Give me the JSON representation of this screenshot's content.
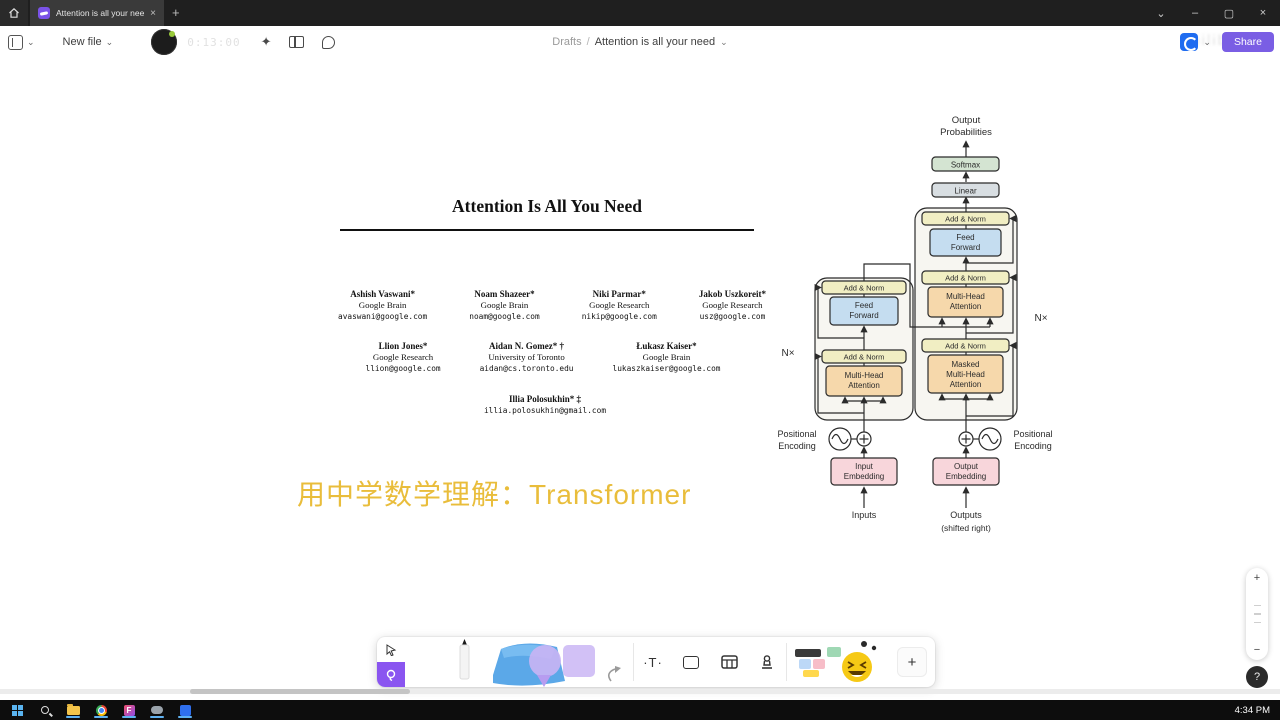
{
  "browser": {
    "tab_title": "Attention is all your need",
    "tab_close": "×",
    "new_tab": "+",
    "window_chevron": "⌄",
    "minimize": "–",
    "maximize": "▢",
    "close": "×"
  },
  "appbar": {
    "new_file_label": "New file",
    "chevron": "⌄",
    "recording_timer": "0:13:00",
    "sparkle": "✦",
    "breadcrumb": {
      "folder": "Drafts",
      "separator": "/",
      "file": "Attention is all your need",
      "chevron": "⌄"
    },
    "share_label": "Share",
    "watermark": "bilibili"
  },
  "paper": {
    "title": "Attention Is All You Need",
    "authors_row1": [
      {
        "name": "Ashish Vaswani*",
        "affiliation": "Google Brain",
        "email": "avaswani@google.com"
      },
      {
        "name": "Noam Shazeer*",
        "affiliation": "Google Brain",
        "email": "noam@google.com"
      },
      {
        "name": "Niki Parmar*",
        "affiliation": "Google Research",
        "email": "nikip@google.com"
      },
      {
        "name": "Jakob Uszkoreit*",
        "affiliation": "Google Research",
        "email": "usz@google.com"
      }
    ],
    "authors_row2": [
      {
        "name": "Llion Jones*",
        "affiliation": "Google Research",
        "email": "llion@google.com"
      },
      {
        "name": "Aidan N. Gomez* †",
        "affiliation": "University of Toronto",
        "email": "aidan@cs.toronto.edu"
      },
      {
        "name": "Łukasz Kaiser*",
        "affiliation": "Google Brain",
        "email": "lukaszkaiser@google.com"
      }
    ],
    "authors_row3": [
      {
        "name": "Illia Polosukhin* ‡",
        "email": "illia.polosukhin@gmail.com"
      }
    ]
  },
  "annotation": {
    "overlay_text": "用中学数学理解：Transformer"
  },
  "diagram": {
    "output_probabilities_1": "Output",
    "output_probabilities_2": "Probabilities",
    "softmax": "Softmax",
    "linear": "Linear",
    "add_norm": "Add & Norm",
    "feed_1": "Feed",
    "feed_2": "Forward",
    "mha_1": "Multi-Head",
    "mha_2": "Attention",
    "masked_1": "Masked",
    "masked_2": "Multi-Head",
    "masked_3": "Attention",
    "nx_left": "N×",
    "nx_right": "N×",
    "pos_1": "Positional",
    "pos_2": "Encoding",
    "input_emb_1": "Input",
    "input_emb_2": "Embedding",
    "output_emb_1": "Output",
    "output_emb_2": "Embedding",
    "inputs": "Inputs",
    "outputs_1": "Outputs",
    "outputs_2": "(shifted right)",
    "colors": {
      "add_norm": "#f1eec3",
      "feed_forward": "#c5ddf0",
      "attention": "#f6d8ab",
      "embedding": "#f8d6db",
      "softmax": "#d4e4d2",
      "linear": "#d8dee2"
    }
  },
  "tool_card": {
    "text_tool": "·T·",
    "plus": "+"
  },
  "zoom_control": {
    "plus": "+",
    "minus": "−",
    "help": "?"
  },
  "taskbar": {
    "time": "4:34 PM",
    "f_badge": "F"
  }
}
